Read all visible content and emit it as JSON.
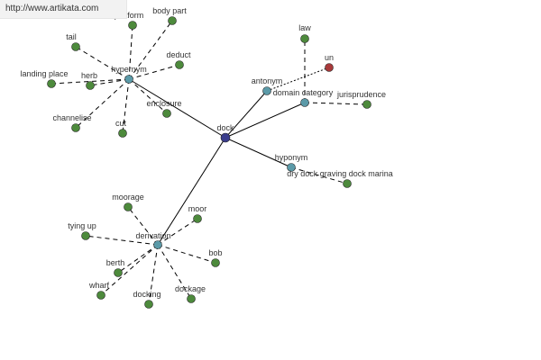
{
  "source_url": "http://www.artikata.com",
  "colors": {
    "center": "#3a3d8c",
    "relation": "#5b9aa8",
    "leaf": "#4d8a3c",
    "leaf_alt": "#a8393a",
    "edge": "#000000",
    "label": "#333333"
  },
  "graph": {
    "center": {
      "id": "dock",
      "label": "dock"
    },
    "relations": [
      {
        "id": "hypernym",
        "label": "hypernym",
        "leaves": [
          "platform",
          "body part",
          "tail",
          "deduct",
          "landing place",
          "herb",
          "channelise",
          "cut",
          "enclosure"
        ]
      },
      {
        "id": "antonym",
        "label": "antonym",
        "leaves": [
          "un"
        ]
      },
      {
        "id": "domain-category",
        "label": "domain category",
        "leaves": [
          "law",
          "jurisprudence"
        ]
      },
      {
        "id": "hyponym",
        "label": "hyponym",
        "leaves": [
          "dry dock graving dock marina"
        ]
      },
      {
        "id": "derivation",
        "label": "derivation",
        "leaves": [
          "moorage",
          "moor",
          "tying up",
          "berth",
          "bob",
          "wharf",
          "docking",
          "dockage"
        ]
      }
    ]
  }
}
